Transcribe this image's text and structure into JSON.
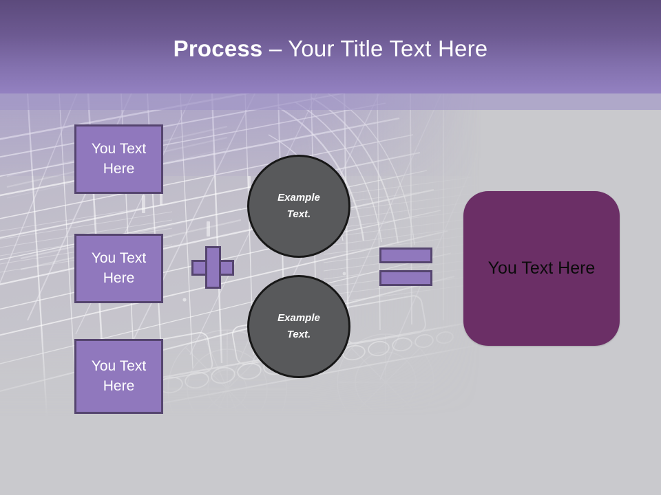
{
  "slide": {
    "title_strong": "Process",
    "title_rest": " – Your Title Text Here",
    "colors": {
      "header_top": "#5c4a7c",
      "header_bottom": "#9381c1",
      "background": "#c9c9cd",
      "box_fill": "#9078bd",
      "box_border": "#55456f",
      "circle_fill": "#58595b",
      "circle_border": "#171717",
      "result_fill": "#6b2f66",
      "title_text": "#ffffff",
      "result_text": "#0b0b0b"
    }
  },
  "inputs": [
    {
      "line1": "You Text",
      "line2": "Here"
    },
    {
      "line1": "You Text",
      "line2": "Here"
    },
    {
      "line1": "You Text",
      "line2": "Here"
    }
  ],
  "circles": [
    {
      "line1": "Example",
      "line2": "Text."
    },
    {
      "line1": "Example",
      "line2": "Text."
    }
  ],
  "operators": {
    "plus": "+",
    "equals": "="
  },
  "result": {
    "label": "You Text Here"
  }
}
